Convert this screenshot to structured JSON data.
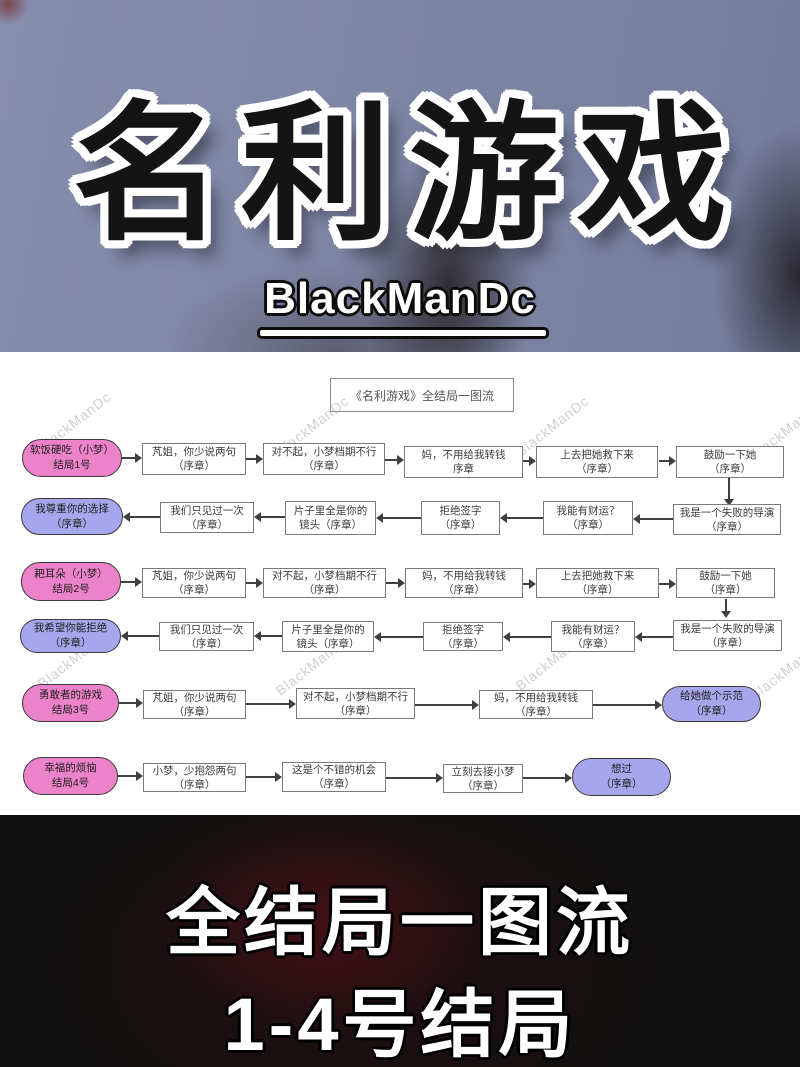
{
  "header": {
    "title": "名利游戏",
    "author": "BlackManDc"
  },
  "watermark": "BlackManDc",
  "flow": {
    "title": "《名利游戏》全结局一图流",
    "rows": [
      {
        "nodes": [
          "软饭硬吃（小梦）\n结局1号",
          "芃姐，你少说两句\n（序章）",
          "对不起，小梦档期不行\n（序章）",
          "妈，不用给我转钱\n序章",
          "上去把她救下来\n（序章）",
          "鼓励一下她\n（序章）"
        ]
      },
      {
        "nodes": [
          "我尊重你的选择\n（序章）",
          "我们只见过一次\n（序章）",
          "片子里全是你的\n镜头（序章）",
          "拒绝签字\n（序章）",
          "我能有财运？\n（序章）",
          "我是一个失败的导演\n（序章）"
        ]
      },
      {
        "nodes": [
          "耙耳朵（小梦）\n结局2号",
          "芃姐，你少说两句\n（序章）",
          "对不起，小梦档期不行\n（序章）",
          "妈，不用给我转钱\n（序章）",
          "上去把她救下来\n（序章）",
          "鼓励一下她\n（序章）"
        ]
      },
      {
        "nodes": [
          "我希望你能拒绝\n（序章）",
          "我们只见过一次\n（序章）",
          "片子里全是你的\n镜头（序章）",
          "拒绝签字\n（序章）",
          "我能有财运？\n（序章）",
          "我是一个失败的导演\n（序章）"
        ]
      },
      {
        "nodes": [
          "勇敢者的游戏\n结局3号",
          "芃姐，你少说两句\n（序章）",
          "对不起，小梦档期不行\n（序章）",
          "妈，不用给我转钱\n（序章）",
          "给她做个示范\n（序章）"
        ]
      },
      {
        "nodes": [
          "幸福的烦恼\n结局4号",
          "小梦，少抱怨两句\n（序章）",
          "这是个不错的机会\n（序章）",
          "立刻去接小梦\n（序章）",
          "想过\n（序章）"
        ]
      }
    ]
  },
  "footer": {
    "line1": "全结局一图流",
    "line2": "1-4号结局"
  },
  "colors": {
    "ending_start_pink": "#ec82c9",
    "ending_final_lavender": "#a6a6ec",
    "box_border": "#7a7a7a",
    "arrow": "#3f3f3f",
    "header_background": "#7e86a5",
    "footer_background": "#101010"
  }
}
